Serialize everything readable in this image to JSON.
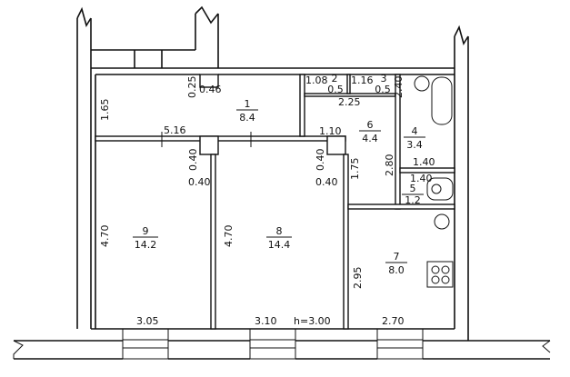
{
  "rooms": [
    {
      "num": "1",
      "area": "8.4"
    },
    {
      "num": "2",
      "area": "0.5"
    },
    {
      "num": "3",
      "area": "0.5"
    },
    {
      "num": "4",
      "area": "3.4"
    },
    {
      "num": "5",
      "area": "1.2"
    },
    {
      "num": "6",
      "area": "4.4"
    },
    {
      "num": "7",
      "area": "8.0"
    },
    {
      "num": "8",
      "area": "14.4"
    },
    {
      "num": "9",
      "area": "14.2"
    }
  ],
  "dimensions": {
    "d_0_25": "0.25",
    "d_0_46": "0.46",
    "d_1_65": "1.65",
    "d_5_16": "5.16",
    "d_0_40a": "0.40",
    "d_0_40b": "0.40",
    "d_0_40c": "0.40",
    "d_0_40d": "0.40",
    "d_1_08": "1.08",
    "d_1_16": "1.16",
    "d_2_25": "2.25",
    "d_2_40": "2.40",
    "d_1_10": "1.10",
    "d_1_75": "1.75",
    "d_2_80": "2.80",
    "d_1_40a": "1.40",
    "d_1_40b": "1.40",
    "d_4_70a": "4.70",
    "d_4_70b": "4.70",
    "d_2_95": "2.95",
    "d_3_05": "3.05",
    "d_3_10": "3.10",
    "d_2_70": "2.70"
  },
  "ceiling_height": "h=3.00"
}
